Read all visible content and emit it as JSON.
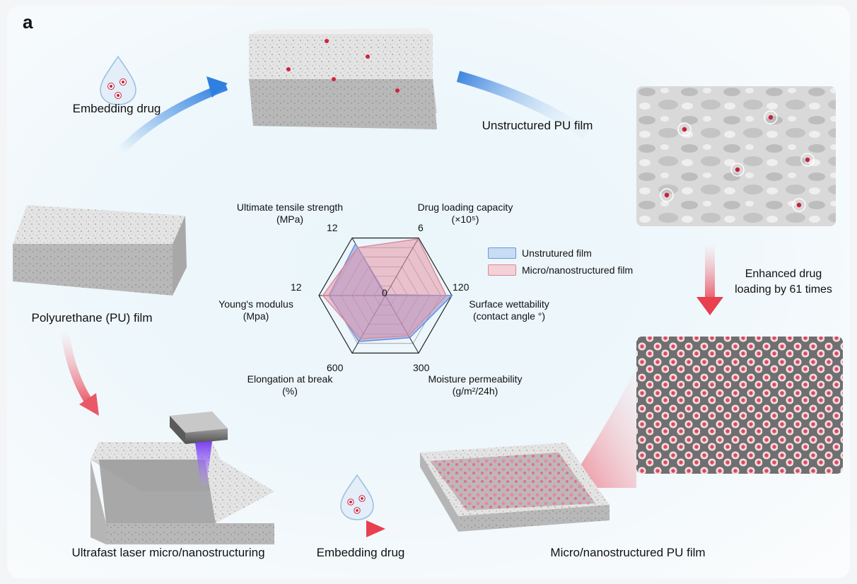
{
  "figure": {
    "panel_label": "a",
    "labels": {
      "embedding_drug_top": "Embedding drug",
      "unstructured_pu_film": "Unstructured PU film",
      "polyurethane_film": "Polyurethane (PU) film",
      "enhanced_drug_loading": [
        "Enhanced drug",
        "loading by 61 times"
      ],
      "laser_structuring": "Ultrafast laser micro/nanostructuring",
      "embedding_drug_bottom": "Embedding drug",
      "micro_nano_pu_film": "Micro/nanostructured PU film"
    }
  },
  "chart_data": {
    "type": "radar",
    "axes": [
      {
        "label": [
          "Drug loading capacity",
          "(×10⁵)"
        ],
        "max": "6",
        "max_value": 6
      },
      {
        "label": [
          "Surface wettability",
          "(contact angle °)"
        ],
        "max": "120",
        "max_value": 120
      },
      {
        "label": [
          "Moisture permeability",
          "(g/m²/24h)"
        ],
        "max": "300",
        "max_value": 300
      },
      {
        "label": [
          "Elongation at break",
          "(%)"
        ],
        "max": "600",
        "max_value": 600
      },
      {
        "label": [
          "Young's modulus",
          "(Mpa)"
        ],
        "max": "12",
        "max_value": 12
      },
      {
        "label": [
          "Ultimate tensile strength",
          "(MPa)"
        ],
        "max": "12",
        "max_value": 12
      }
    ],
    "center_label": "0",
    "series": [
      {
        "name": "Unstrutured  film",
        "color": "#8fb4e6",
        "values": [
          0.1,
          120,
          220,
          480,
          10.2,
          10.8
        ]
      },
      {
        "name": "Micro/nanostructured film",
        "color": "#e9a9b6",
        "values": [
          5.9,
          110,
          210,
          450,
          11.3,
          10.0
        ]
      }
    ],
    "legend_position": "right",
    "rings": 6
  }
}
